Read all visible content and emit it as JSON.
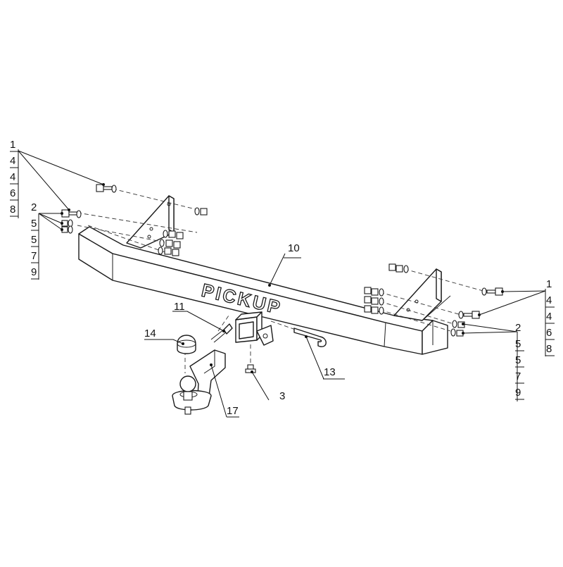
{
  "brand_text": "PICKUP",
  "callouts": {
    "left_stack_a": [
      "1",
      "4",
      "4",
      "6",
      "8"
    ],
    "left_stack_b": [
      "2",
      "5",
      "5",
      "7",
      "9"
    ],
    "right_stack_a": [
      "1",
      "4",
      "4",
      "6",
      "8"
    ],
    "right_stack_b": [
      "2",
      "5",
      "5",
      "7",
      "9"
    ],
    "beam": "10",
    "pin": "11",
    "clip": "13",
    "cap": "14",
    "bolt": "3",
    "ball_mount": "17"
  }
}
